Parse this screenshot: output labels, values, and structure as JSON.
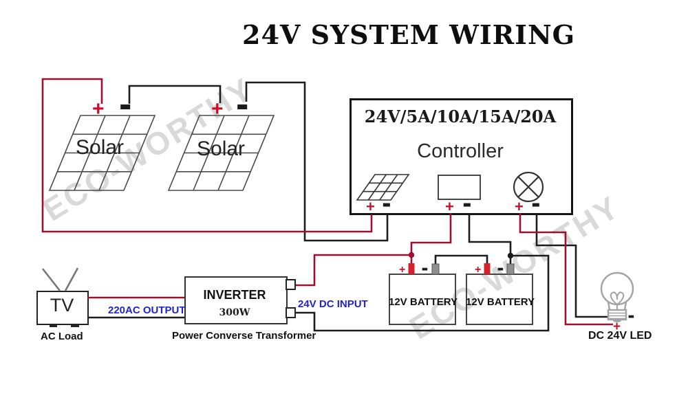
{
  "title": "24V SYSTEM WIRING",
  "watermark": "ECO-WORTHY",
  "symbols": {
    "plus": "+",
    "minus": "−"
  },
  "solar": {
    "panel1_label": "Solar",
    "panel2_label": "Solar"
  },
  "controller": {
    "spec": "24V/5A/10A/15A/20A",
    "name": "Controller"
  },
  "tv": {
    "name": "TV",
    "caption": "AC Load",
    "ac_wire_label": "220AC OUTPUT"
  },
  "inverter": {
    "name": "INVERTER",
    "power": "300W",
    "caption": "Power Converse Transformer",
    "dc_wire_label": "24V DC INPUT"
  },
  "batteries": [
    {
      "label": "12V BATTERY"
    },
    {
      "label": "12V BATTERY"
    }
  ],
  "led": {
    "caption": "DC 24V LED"
  },
  "colors": {
    "wire_positive": "#9b1030",
    "wire_negative": "#1c1c1c",
    "terminal_red": "#d6202c",
    "terminal_gray": "#8f8f8f",
    "label_blue": "#2222cc",
    "watermark_gray": "#d9d9d9"
  }
}
